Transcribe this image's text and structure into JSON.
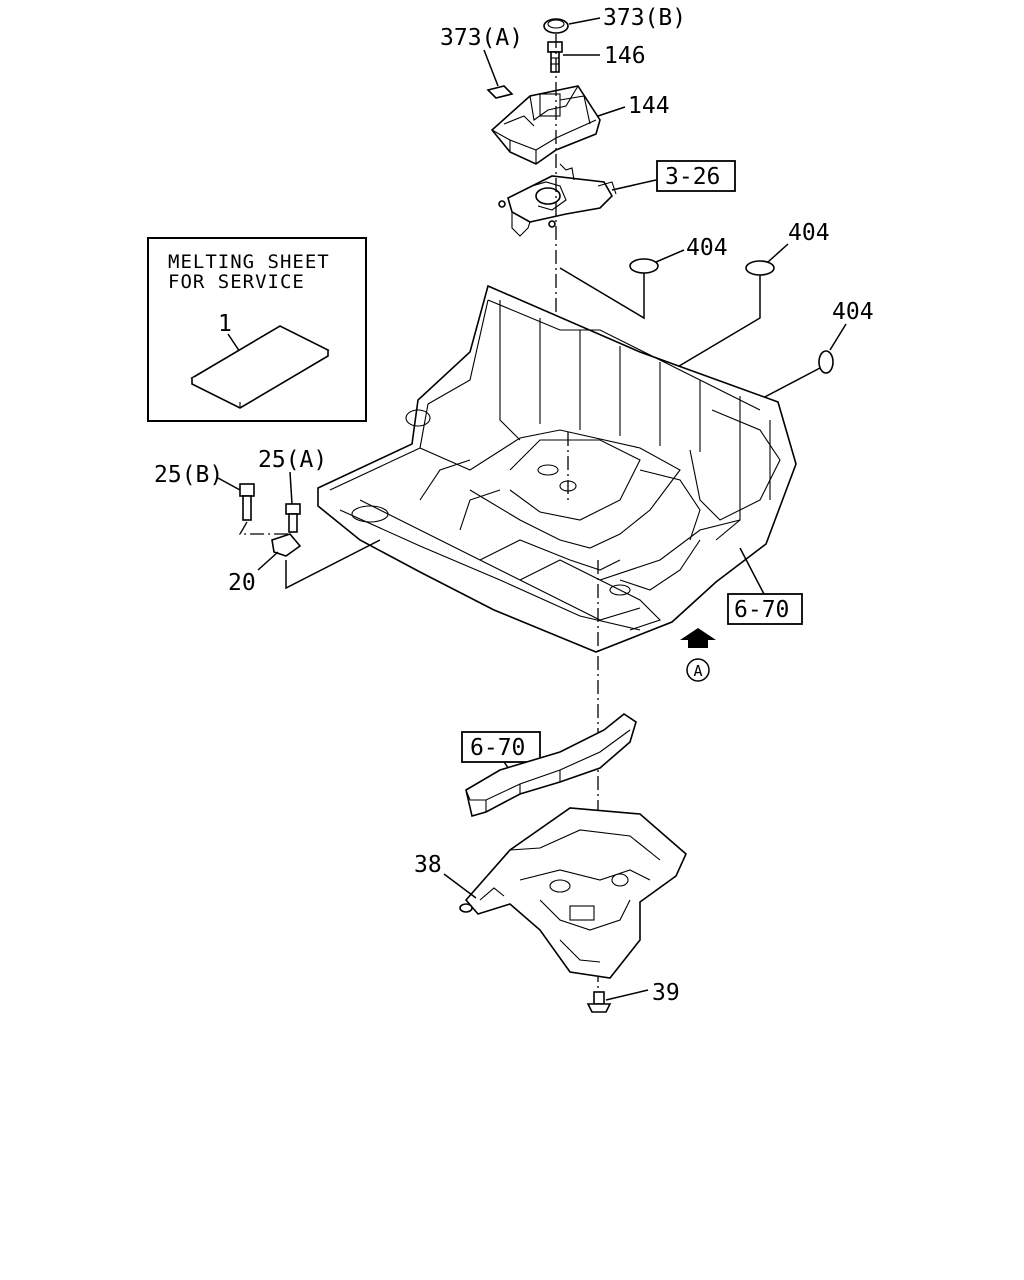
{
  "diagram": {
    "note_box": {
      "line1": "MELTING SHEET",
      "line2": "FOR SERVICE",
      "part_number": "1"
    },
    "callouts": {
      "c373b": "373(B)",
      "c373a": "373(A)",
      "c146": "146",
      "c144": "144",
      "c326": "3-26",
      "c404a": "404",
      "c404b": "404",
      "c404c": "404",
      "c25b": "25(B)",
      "c25a": "25(A)",
      "c20": "20",
      "c670a": "6-70",
      "c670b": "6-70",
      "c38": "38",
      "c39": "39",
      "view_marker": "A"
    }
  }
}
